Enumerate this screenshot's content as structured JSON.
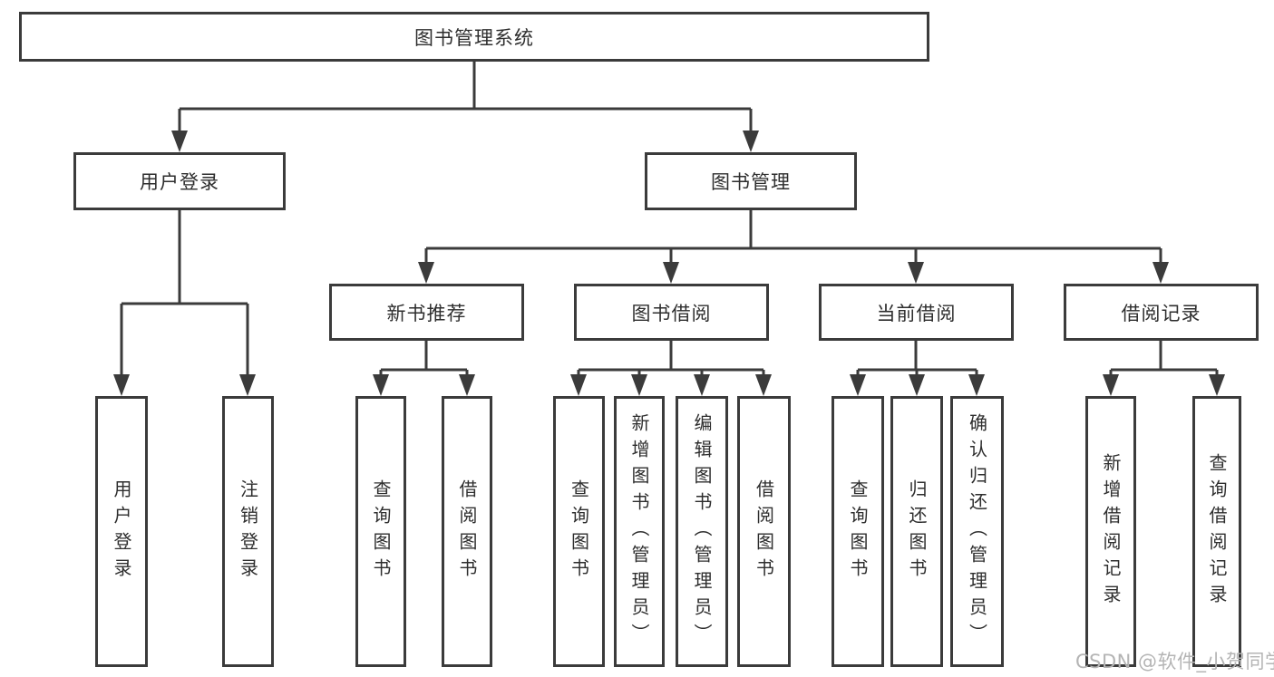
{
  "diagram": {
    "root": "图书管理系统",
    "tree": [
      {
        "label": "用户登录",
        "children": [
          {
            "label": "用户登录"
          },
          {
            "label": "注销登录"
          }
        ]
      },
      {
        "label": "图书管理",
        "children": [
          {
            "label": "新书推荐",
            "children": [
              {
                "label": "查询图书"
              },
              {
                "label": "借阅图书"
              }
            ]
          },
          {
            "label": "图书借阅",
            "children": [
              {
                "label": "查询图书"
              },
              {
                "label": "新增图书（管理员）"
              },
              {
                "label": "编辑图书（管理员）"
              },
              {
                "label": "借阅图书"
              }
            ]
          },
          {
            "label": "当前借阅",
            "children": [
              {
                "label": "查询图书"
              },
              {
                "label": "归还图书"
              },
              {
                "label": "确认归还（管理员）"
              }
            ]
          },
          {
            "label": "借阅记录",
            "children": [
              {
                "label": "新增借阅记录"
              },
              {
                "label": "查询借阅记录"
              }
            ]
          }
        ]
      }
    ]
  },
  "watermark": "CSDN @软件_小贺同学",
  "colors": {
    "line": "#3b3b3b",
    "text": "#2e2e2e",
    "watermark": "#b4b4b4",
    "background": "#ffffff"
  }
}
